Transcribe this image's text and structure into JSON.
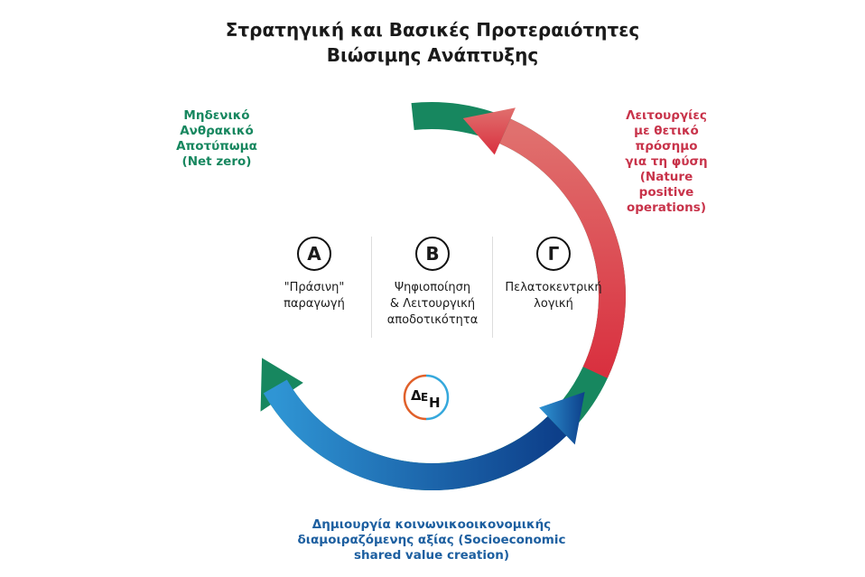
{
  "title": {
    "line1": "Στρατηγική και Βασικές Προτεραιότητες",
    "line2": "Βιώσιμης Ανάπτυξης"
  },
  "labels": {
    "net_zero": [
      "Μηδενικό",
      "Ανθρακικό",
      "Αποτύπωμα",
      "(Net zero)"
    ],
    "nature": [
      "Λειτουργίες",
      "με θετικό",
      "πρόσημο",
      "για τη φύση",
      "(Nature",
      "positive",
      "operations)"
    ],
    "shared_value": [
      "Δημιουργία κοινωνικοοικονομικής",
      "διαμοιραζόμενης αξίας (Socioeconomic",
      "shared value creation)"
    ]
  },
  "pillars": [
    {
      "letter": "Α",
      "lines": [
        "\"Πράσινη\"",
        "παραγωγή"
      ]
    },
    {
      "letter": "Β",
      "lines": [
        "Ψηφιοποίηση",
        "& Λειτουργική",
        "αποδοτικότητα"
      ]
    },
    {
      "letter": "Γ",
      "lines": [
        "Πελατοκεντρική",
        "λογική"
      ]
    }
  ],
  "logo": "ΔΕΗ",
  "colors": {
    "green": "#17875f",
    "red": "#d9404b",
    "blue_light": "#2f95d4",
    "blue_dark": "#0d3f8a",
    "logo_orange": "#e0602a",
    "logo_blue": "#35a8dc"
  }
}
